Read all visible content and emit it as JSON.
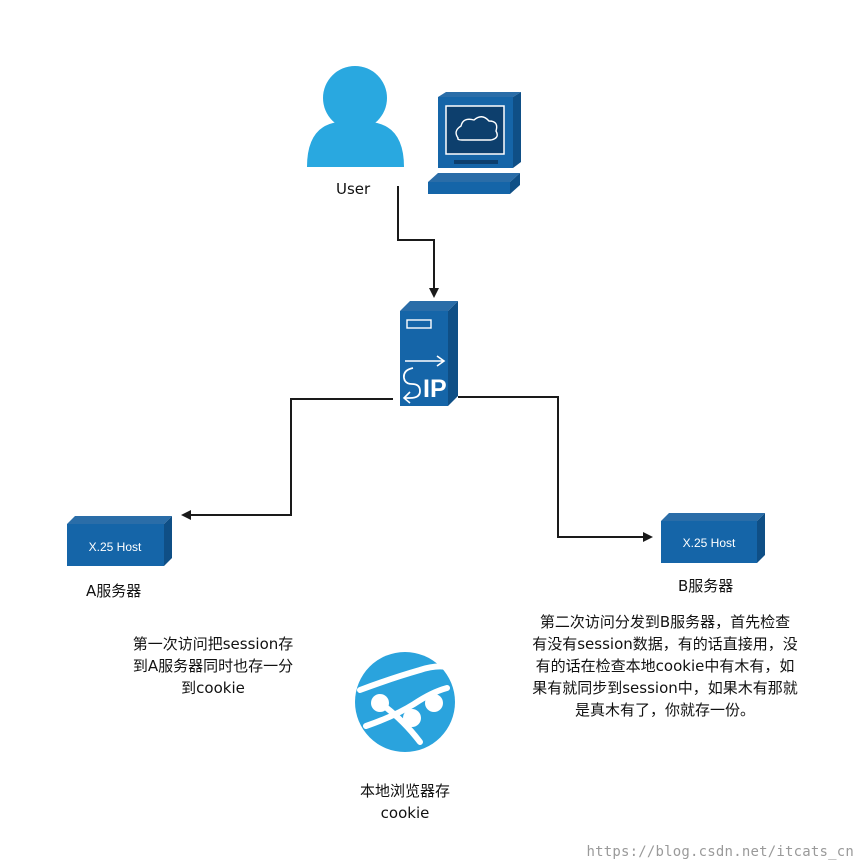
{
  "nodes": {
    "user": {
      "label": "User"
    },
    "sip": {
      "text": "IP"
    },
    "server_a": {
      "host_text": "X.25 Host",
      "label": "A服务器"
    },
    "server_b": {
      "host_text": "X.25 Host",
      "label": "B服务器"
    },
    "browser": {
      "label_line1": "本地浏览器存",
      "label_line2": "cookie"
    }
  },
  "notes": {
    "left": [
      "第一次访问把session存",
      "到A服务器同时也存一分",
      "到cookie"
    ],
    "right": [
      "第二次访问分发到B服务器，首先检查",
      "有没有session数据，有的话直接用，没",
      "有的话在检查本地cookie中有木有，如",
      "果有就同步到session中，如果木有那就",
      "是真木有了，你就存一份。"
    ]
  },
  "watermark": "https://blog.csdn.net/itcats_cn",
  "colors": {
    "user_blue": "#29a8e0",
    "device_blue": "#1565a8",
    "device_dark": "#0f4f86",
    "cookie_blue": "#2aa3dd",
    "arrow": "#1a1a1a"
  }
}
